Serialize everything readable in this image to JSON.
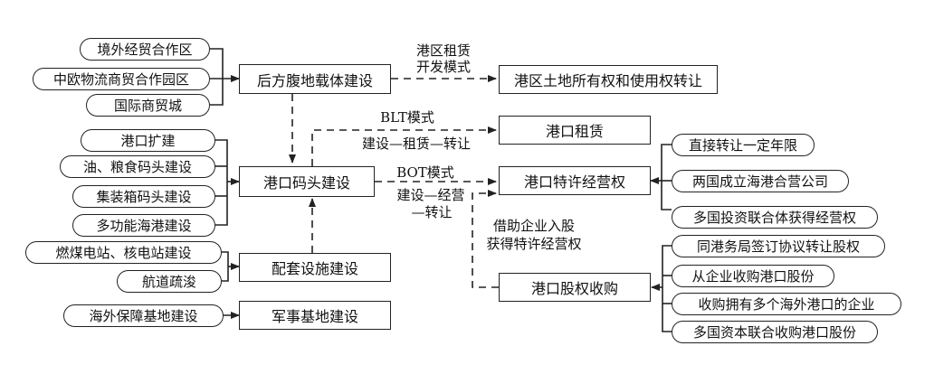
{
  "left_items": {
    "jingwai": "境外经贸合作区",
    "zhongou": "中欧物流商贸合作园区",
    "guoji": "国际商贸城",
    "gangkou_kuojian": "港口扩建",
    "you_liang": "油、粮食码头建设",
    "jizhuangxiang": "集装箱码头建设",
    "duogongneng": "多功能海港建设",
    "ranmei": "燃煤电站、核电站建设",
    "hangdao": "航道疏浚",
    "haiwai_baozhang": "海外保障基地建设"
  },
  "center": {
    "houfang": "后方腹地载体建设",
    "matou": "港口码头建设",
    "peitao": "配套设施建设",
    "junshi": "军事基地建设"
  },
  "right": {
    "tudi": "港区土地所有权和使用权转让",
    "zulin": "港口租赁",
    "texu": "港口特许经营权",
    "guquan": "港口股权收购"
  },
  "texu_items": {
    "zhijie": "直接转让一定年限",
    "liangguo": "两国成立海港合营公司",
    "duoguo": "多国投资联合体获得经营权"
  },
  "guquan_items": {
    "tonggang": "同港务局签订协议转让股权",
    "qiye": "从企业收购港口股份",
    "shougou": "收购拥有多个海外港口的企业",
    "duoguo_ziben": "多国资本联合收购港口股份"
  },
  "edge_labels": {
    "zulin_mode_line1": "港区租赁",
    "zulin_mode_line2": "开发模式",
    "blt_title": "BLT模式",
    "blt_desc": "建设—租赁—转让",
    "bot_title": "BOT模式",
    "bot_desc_line1": "建设—经营",
    "bot_desc_line2": "—转让",
    "rugu_line1": "借助企业入股",
    "rugu_line2": "获得特许经营权"
  }
}
